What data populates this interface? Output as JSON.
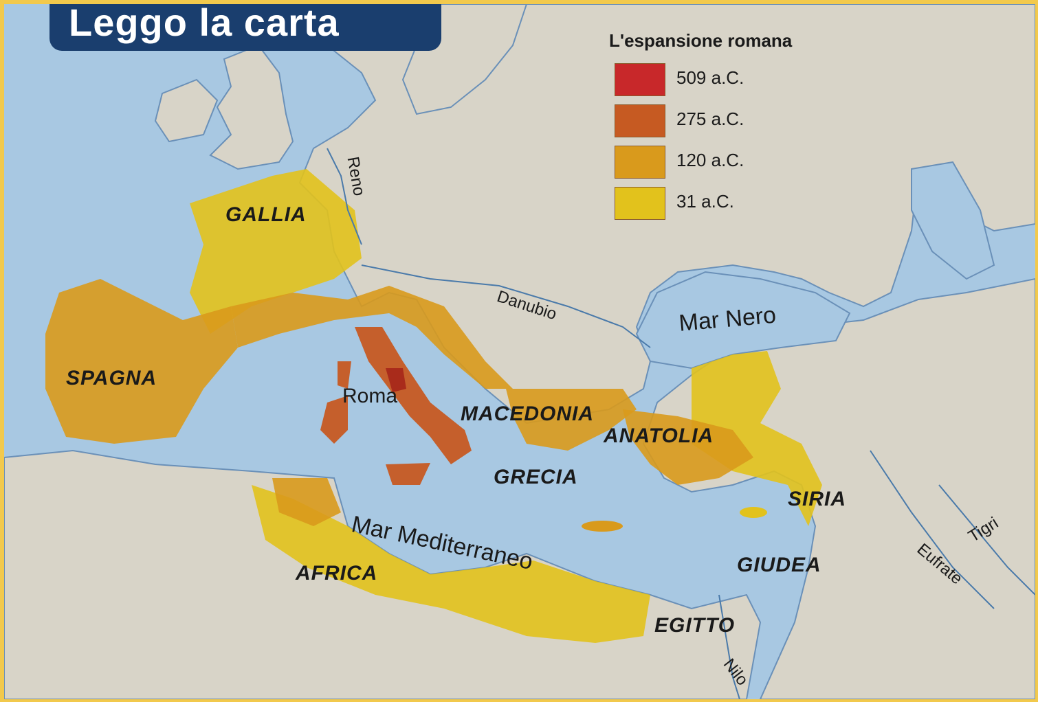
{
  "title": "Leggo la carta",
  "legend": {
    "title": "L'espansione romana",
    "items": [
      {
        "label": "509 a.C.",
        "color": "#c8282a"
      },
      {
        "label": "275 a.C.",
        "color": "#c65a22"
      },
      {
        "label": "120 a.C.",
        "color": "#d99a1c"
      },
      {
        "label": "31 a.C.",
        "color": "#e2c21c"
      }
    ]
  },
  "regions": {
    "gallia": "GALLIA",
    "spagna": "SPAGNA",
    "macedonia": "MACEDONIA",
    "anatolia": "ANATOLIA",
    "grecia": "GRECIA",
    "siria": "SIRIA",
    "giudea": "GIUDEA",
    "africa": "AFRICA",
    "egitto": "EGITTO"
  },
  "seas": {
    "mediterraneo": "Mar Mediterraneo",
    "nero": "Mar Nero"
  },
  "rivers": {
    "reno": "Reno",
    "danubio": "Danubio",
    "tigri": "Tigri",
    "eufrate": "Eufrate",
    "nilo": "Nilo"
  },
  "cities": {
    "roma": "Roma"
  },
  "colors": {
    "sea": "#a8c8e2",
    "land": "#d8d4c8",
    "border": "#6a90b8"
  }
}
